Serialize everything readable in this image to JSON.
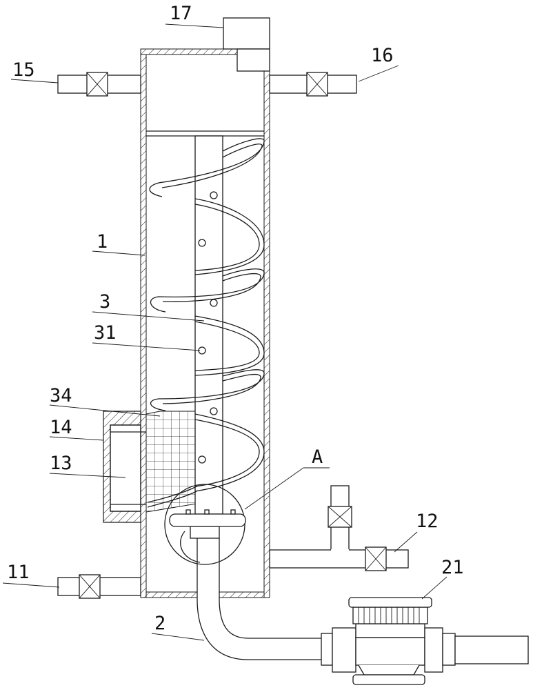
{
  "labels": {
    "l17": "17",
    "l15": "15",
    "l16": "16",
    "l1": "1",
    "l3": "3",
    "l31": "31",
    "l34": "34",
    "l14": "14",
    "l13": "13",
    "lA": "A",
    "l12": "12",
    "l11": "11",
    "l21": "21",
    "l2": "2"
  },
  "colors": {
    "line": "#1a1a1a",
    "background": "#ffffff"
  }
}
